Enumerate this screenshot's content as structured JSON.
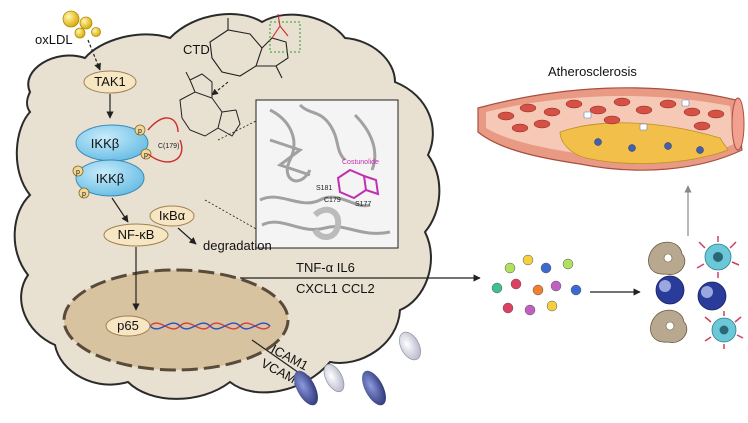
{
  "labels": {
    "oxldl": "oxLDL",
    "ctd": "CTD",
    "tak1": "TAK1",
    "ikkb": "IKKβ",
    "ikba": "IκBα",
    "nfkb": "NF-κB",
    "degradation": "degradation",
    "c179": "C(179)",
    "p": "p",
    "p65": "p65",
    "cytokines_line1": "TNF-α IL6",
    "cytokines_line2": "CXCL1 CCL2",
    "icam1": "ICAM1",
    "vcam1": "VCAM1",
    "atherosclerosis": "Atherosclerosis",
    "inset_costunolide": "Costunolide",
    "inset_s181": "S181",
    "inset_c179": "C179",
    "inset_s177": "S177"
  },
  "colors": {
    "cell_fill": "#e8e0d0",
    "cell_stroke": "#2a2a2a",
    "nucleus_fill": "#d8c3a0",
    "nucleus_stroke": "#5a4a3a",
    "tak1_fill": "#f7e6c3",
    "ikk_fill": "#8dd3f0",
    "ikk_stroke": "#3a8ab8",
    "phospho_fill": "#f0d79a",
    "costunolide": "#c030b0",
    "vessel_outer": "#e89a85",
    "vessel_inner": "#f6c9b6",
    "rbc": "#d55045",
    "plaque": "#f2c04a",
    "receptor": "#3c4a9a"
  },
  "icons": [
    "oxldl-particles-icon",
    "ctd-molecule-icon",
    "protein-structure-inset",
    "dna-helix-icon",
    "cytokine-dots-icon",
    "immune-cells-icon",
    "blood-vessel-icon",
    "adhesion-receptor-icon"
  ]
}
